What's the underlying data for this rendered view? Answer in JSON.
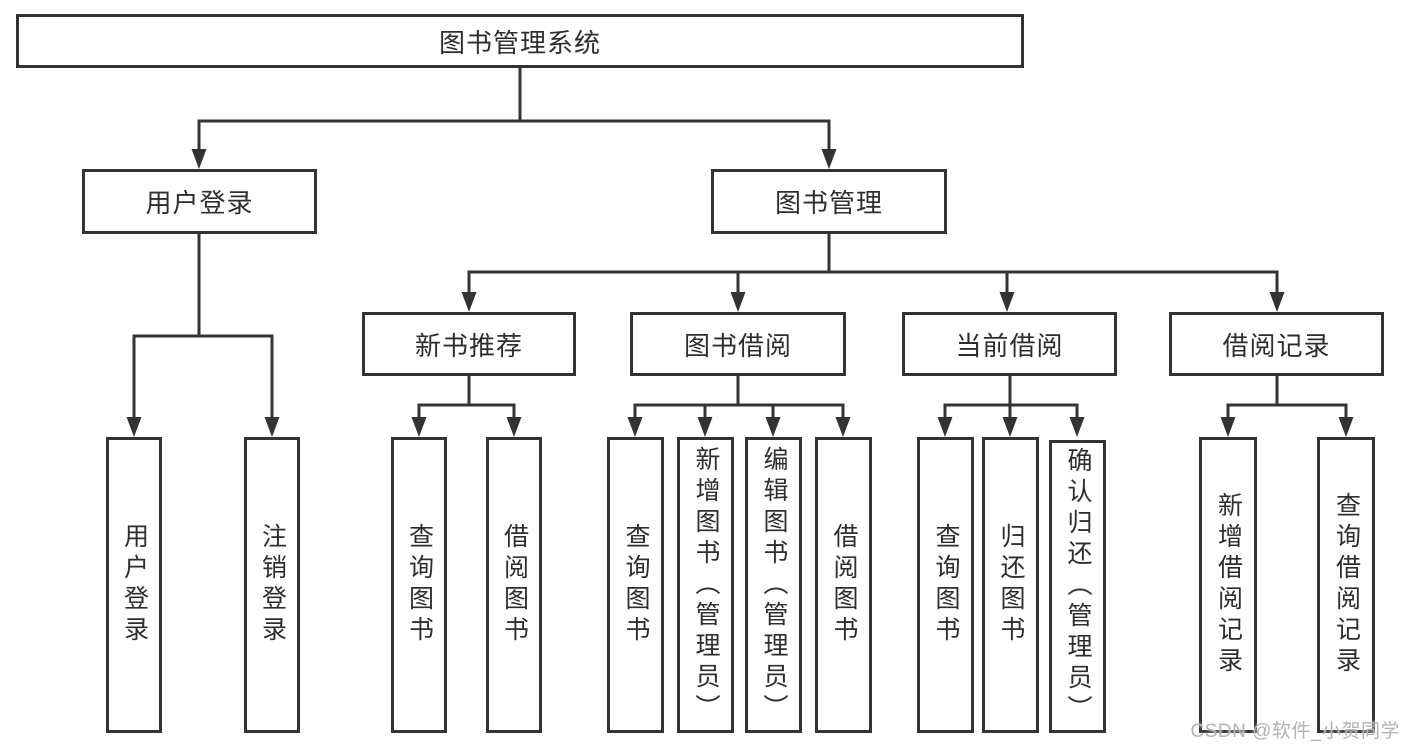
{
  "root": {
    "label": "图书管理系统"
  },
  "level2": {
    "user_login": {
      "label": "用户登录"
    },
    "book_management": {
      "label": "图书管理"
    }
  },
  "level3": {
    "new_book_recommend": {
      "label": "新书推荐"
    },
    "book_borrowing": {
      "label": "图书借阅"
    },
    "current_borrowing": {
      "label": "当前借阅"
    },
    "borrowing_records": {
      "label": "借阅记录"
    }
  },
  "leaves": {
    "user_login": {
      "label": "用户登录"
    },
    "logout": {
      "label": "注销登录"
    },
    "recommend_query_books": {
      "label": "查询图书"
    },
    "recommend_borrow_books": {
      "label": "借阅图书"
    },
    "borrowing_query_books": {
      "label": "查询图书"
    },
    "borrowing_add_books_admin": {
      "label": "新增图书（管理员）"
    },
    "borrowing_edit_books_admin": {
      "label": "编辑图书（管理员）"
    },
    "borrowing_borrow_books": {
      "label": "借阅图书"
    },
    "current_query_books": {
      "label": "查询图书"
    },
    "current_return_books": {
      "label": "归还图书"
    },
    "current_confirm_return_admin": {
      "label": "确认归还（管理员）"
    },
    "records_add_record": {
      "label": "新增借阅记录"
    },
    "records_query_record": {
      "label": "查询借阅记录"
    }
  },
  "watermark": {
    "text": "CSDN @软件_小贺同学"
  },
  "colors": {
    "line": "#333333",
    "text": "#2e2e2e",
    "background": "#ffffff",
    "watermark": "#b3b3b3"
  }
}
